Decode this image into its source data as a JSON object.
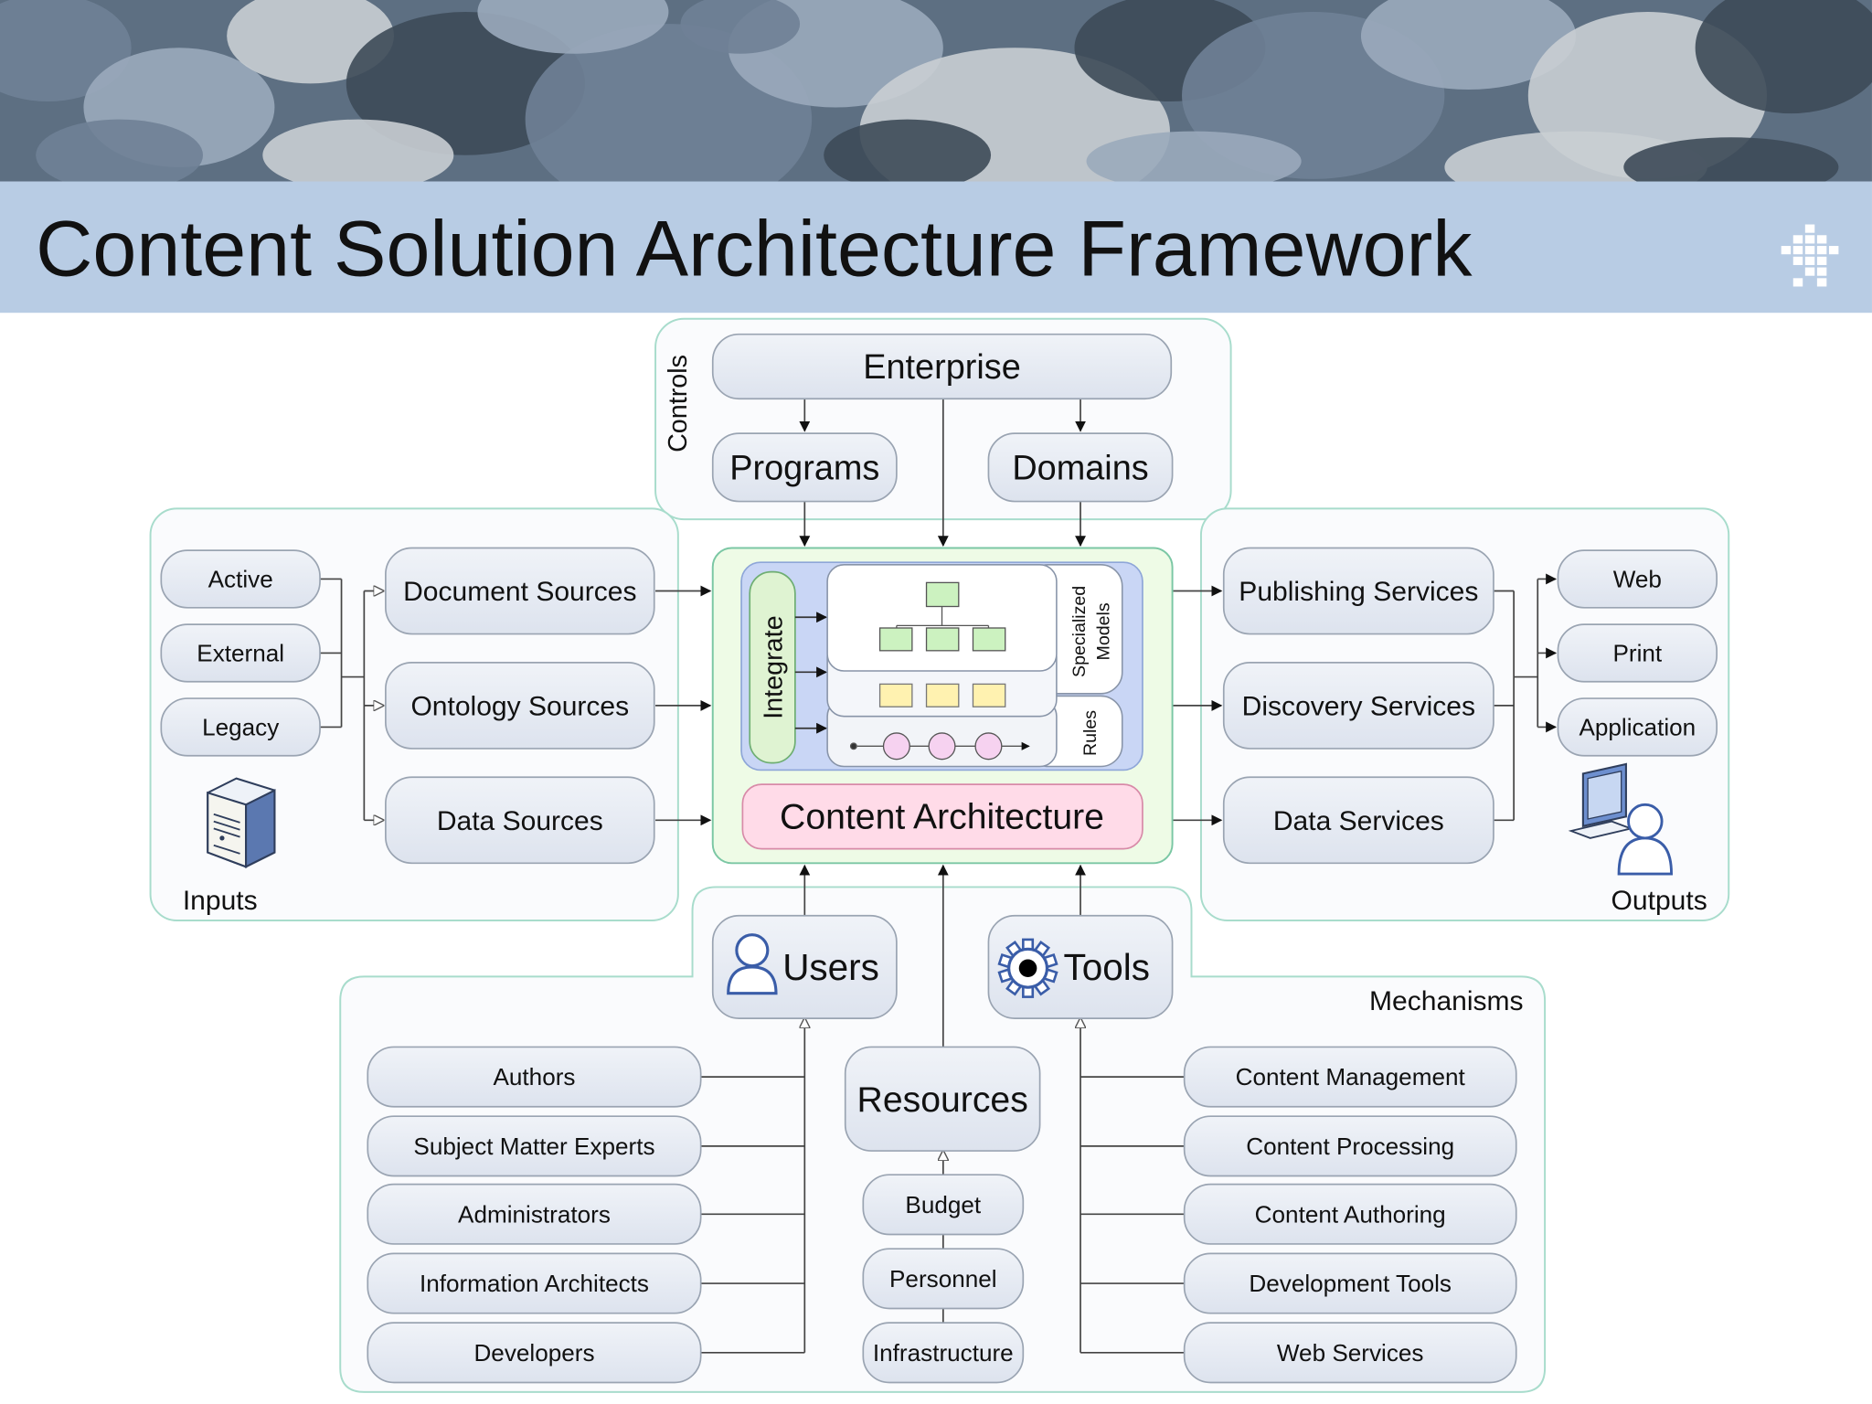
{
  "slide": {
    "title": "Content Solution Architecture Framework",
    "header_band_color": "#b8cce4",
    "photo_description_colors": [
      "#6f8196",
      "#9aaabb",
      "#c9ced3",
      "#3d4a58"
    ]
  },
  "colors": {
    "pill_fill": "#e4e9f2",
    "pill_stroke": "#9aa4b2",
    "group_stroke": "#a8dccc",
    "core_green": "#eefbe6",
    "core_blue": "#c9d6f5",
    "integrate_fill": "#dff3d2",
    "content_pink": "#ffdbe8",
    "org_green": "#ccf2c0",
    "org_yellow": "#fff2b0",
    "process_pink": "#f6d2f0"
  },
  "controls": {
    "label": "Controls",
    "enterprise": "Enterprise",
    "programs": "Programs",
    "domains": "Domains"
  },
  "inputs": {
    "label": "Inputs",
    "types": [
      "Active",
      "External",
      "Legacy"
    ],
    "sources": [
      "Document Sources",
      "Ontology Sources",
      "Data Sources"
    ],
    "icon": "server-icon"
  },
  "core": {
    "integrate": "Integrate",
    "specialized_models": [
      "Specialized",
      "Models"
    ],
    "rules": "Rules",
    "content_architecture": "Content Architecture"
  },
  "outputs": {
    "label": "Outputs",
    "services": [
      "Publishing Services",
      "Discovery Services",
      "Data Services"
    ],
    "channels": [
      "Web",
      "Print",
      "Application"
    ],
    "icon": "computer-user-icon"
  },
  "mechanisms": {
    "label": "Mechanisms",
    "users": "Users",
    "tools": "Tools",
    "resources": "Resources",
    "people": [
      "Authors",
      "Subject Matter Experts",
      "Administrators",
      "Information Architects",
      "Developers"
    ],
    "resource_items": [
      "Budget",
      "Personnel",
      "Infrastructure"
    ],
    "tool_items": [
      "Content Management",
      "Content Processing",
      "Content Authoring",
      "Development Tools",
      "Web Services"
    ]
  }
}
